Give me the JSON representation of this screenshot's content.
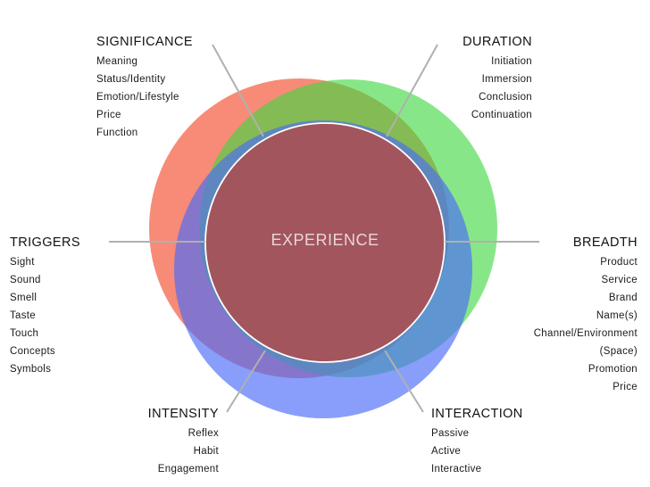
{
  "center": {
    "label": "EXPERIENCE"
  },
  "colors": {
    "red": "#f35a3f",
    "green": "#3ed93f",
    "blue": "#4a6cf7",
    "core": "#a2555d",
    "spoke": "#b0b0b0"
  },
  "significance": {
    "title": "SIGNIFICANCE",
    "items": [
      "Meaning",
      "Status/Identity",
      "Emotion/Lifestyle",
      "Price",
      "Function"
    ]
  },
  "duration": {
    "title": "DURATION",
    "items": [
      "Initiation",
      "Immersion",
      "Conclusion",
      "Continuation"
    ]
  },
  "triggers": {
    "title": "TRIGGERS",
    "items": [
      "Sight",
      "Sound",
      "Smell",
      "Taste",
      "Touch",
      "Concepts",
      "Symbols"
    ]
  },
  "breadth": {
    "title": "BREADTH",
    "items": [
      "Product",
      "Service",
      "Brand",
      "Name(s)",
      "Channel/Environment",
      "(Space)",
      "Promotion",
      "Price"
    ]
  },
  "intensity": {
    "title": "INTENSITY",
    "items": [
      "Reflex",
      "Habit",
      "Engagement"
    ]
  },
  "interaction": {
    "title": "INTERACTION",
    "items": [
      "Passive",
      "Active",
      "Interactive"
    ]
  }
}
